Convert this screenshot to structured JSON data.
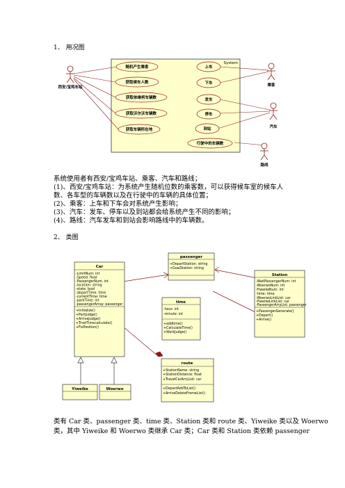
{
  "section1_heading": "1、 用况图",
  "usecase": {
    "system_label": "System",
    "actors": {
      "station": "西安/宝鸡车站",
      "passenger": "乘客",
      "car": "汽车",
      "route": "路线"
    },
    "left_usecases": [
      "随机产生乘客",
      "获取候车人数",
      "获取依维柯车辆数",
      "获取沃尔沃车辆数",
      "获取车辆所在地"
    ],
    "right_usecases": [
      "上车",
      "下车",
      "发车",
      "停车",
      "到站",
      "行驶中的车辆数"
    ]
  },
  "intro_paragraph": [
    "系统使用者有西安/宝鸡车站、乘客、汽车和路线；",
    "(1)、西安/宝鸡车站：为系统产生随机位数的乘客数，可以获得候车室的候车人",
    "数、各车型的车辆数以及在行驶中的车辆的具体位置；",
    "(2)、乘客：上车和下车会对系统产生影响；",
    "(3)、汽车：发车、停车以及到站都会给系统产生不同的影响；",
    "(4)、路线：汽车发车和到站会影响路线中的车辆数。"
  ],
  "section2_heading": "2、 类图",
  "classes": {
    "car": {
      "name": "Car",
      "attributes": [
        "-LimitNum: int",
        "-Speed: float",
        "-PassengerNum: int",
        "-location: string",
        "-state: bool",
        "-departTime: time",
        "-currentTime: time",
        "-parkTime: int",
        "-passengerArray: passenger"
      ],
      "methods": [
        "+Initialize()",
        "+PartJudge()",
        "+ArriveJudge()",
        "+TrvelTimecalculate()",
        "+FixPosition()"
      ]
    },
    "passenger": {
      "name": "passenger",
      "attributes": [
        "+DepartStation: string",
        "+GoalStation: string"
      ],
      "methods": []
    },
    "time": {
      "name": "time",
      "attributes": [
        "-hour: int",
        "-minute: int"
      ],
      "methods": [
        "+addtime()",
        "+CalculateTime()",
        "+WorkJudge()"
      ]
    },
    "station": {
      "name": "Station",
      "attributes": [
        "-WaitPassengerNum: int",
        "-WoerwoNum: int",
        "-YiweikeNum: int",
        "-time: time",
        "-WoerwoLinkList: car",
        "-YiweikeLinkList: car",
        "-PassengerArryList: passenger"
      ],
      "methods": [
        "+PassengerGenerate()",
        "+Depart()",
        "+Arrive()"
      ]
    },
    "route": {
      "name": "route",
      "attributes": [
        "+StationName: string",
        "+StationDistance: float",
        "+TravelCarArryList: car"
      ],
      "methods": [
        "+DepartAddToList()",
        "+ArriveDeleteFromeList()"
      ]
    },
    "yiweike": {
      "name": "Yiweike"
    },
    "woerwo": {
      "name": "Woerwo"
    }
  },
  "closing_paragraph": [
    "类有 Car 类、passenger 类、time 类、Station 类和 route 类、Yiweike 类以及 Woerwo",
    "类，其中 Yiweike 和 Woerwo 类继承 Car 类；Car 类和 Station 类依赖 passenger"
  ],
  "colors": {
    "box_fill": "#ffffcc",
    "assoc_line": "#8b1a1a",
    "stroke": "#333333"
  }
}
